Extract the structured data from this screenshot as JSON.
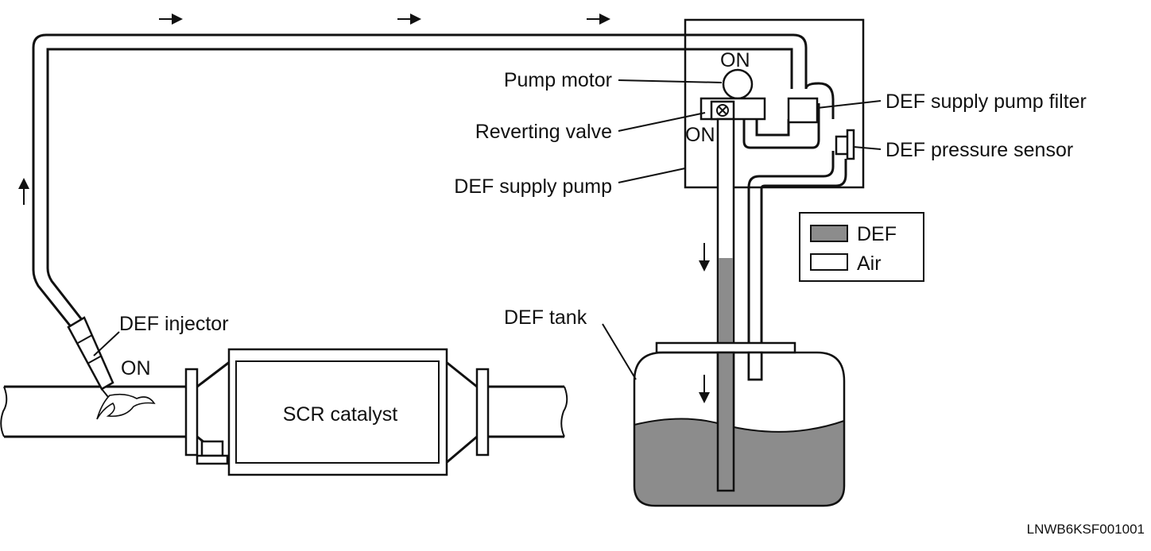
{
  "labels": {
    "pump_motor": "Pump motor",
    "reverting_valve": "Reverting valve",
    "def_supply_pump": "DEF supply pump",
    "def_supply_pump_filter": "DEF supply pump filter",
    "def_pressure_sensor": "DEF pressure sensor",
    "def_injector": "DEF injector",
    "scr_catalyst": "SCR catalyst",
    "def_tank": "DEF tank",
    "pump_motor_state": "ON",
    "reverting_valve_state": "ON",
    "injector_state": "ON"
  },
  "legend": {
    "items": [
      {
        "label": "DEF",
        "color": "#8c8c8c"
      },
      {
        "label": "Air",
        "color": "#ffffff"
      }
    ]
  },
  "colors": {
    "def_fill": "#8c8c8c",
    "line": "#111111"
  },
  "figure_code": "LNWB6KSF001001"
}
